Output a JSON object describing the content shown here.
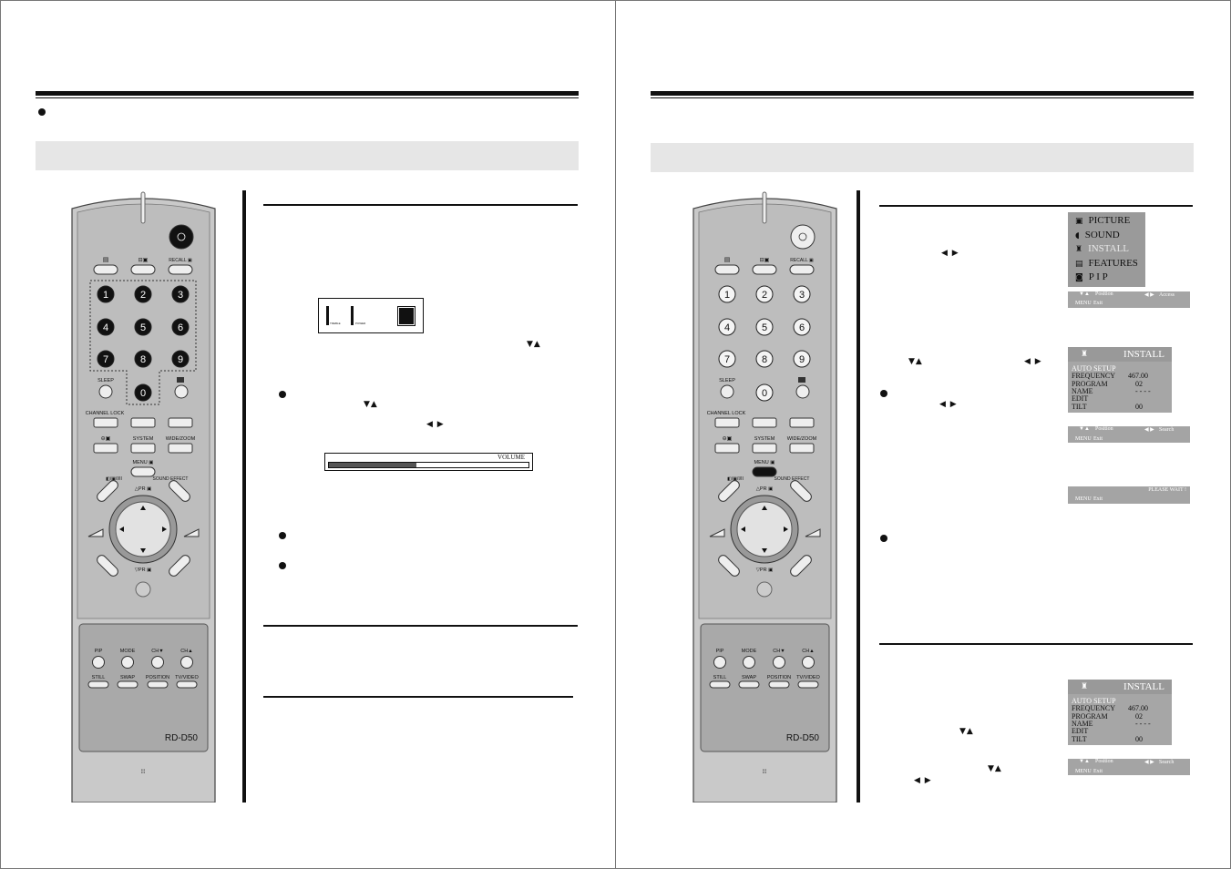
{
  "left_page": {
    "bullet_text": "",
    "arrows_updown_1": "▼▲",
    "arrows_updown_2": "▼▲",
    "arrows_leftright": "◀ ▶",
    "bar_labels": {
      "treble": "TREBLE",
      "power": "POWER"
    },
    "volume_label": "VOLUME",
    "volume_level": 0.44
  },
  "right_page": {
    "main_menu": {
      "items": [
        {
          "icon": "tv-icon",
          "label": "PICTURE"
        },
        {
          "icon": "speaker-icon",
          "label": "SOUND"
        },
        {
          "icon": "install-icon",
          "label": "INSTALL"
        },
        {
          "icon": "features-icon",
          "label": "FEATURES"
        },
        {
          "icon": "pip-icon",
          "label": "P I P"
        }
      ],
      "selected": "INSTALL",
      "hint": {
        "left_arrows": "▼▲",
        "left": "Position",
        "right_arrows": "◀ ▶",
        "right": "Access",
        "menu": "MENU",
        "exit": "Exit"
      }
    },
    "install_menu": {
      "title": "INSTALL",
      "rows": [
        {
          "label": "AUTO SETUP",
          "value": ""
        },
        {
          "label": "FREQUENCY",
          "value": "467.00"
        },
        {
          "label": "PROGRAM",
          "value": "02"
        },
        {
          "label": "NAME",
          "value": "- - - -"
        },
        {
          "label": "EDIT",
          "value": ""
        },
        {
          "label": "TILT",
          "value": "00"
        }
      ]
    },
    "search_hint": {
      "left_arrows": "▼▲",
      "left": "Position",
      "right_arrows": "◀ ▶",
      "right": "Search",
      "menu": "MENU",
      "exit": "Exit"
    },
    "wait_hint": {
      "message": "PLEASE WAIT !",
      "menu": "MENU",
      "exit": "Exit"
    },
    "arrows_leftright": "◀ ▶",
    "arrows_updown": "▼▲"
  },
  "remote": {
    "model": "RD-D50",
    "labels": {
      "recall": "RECALL",
      "sleep": "SLEEP",
      "channel_lock": "CHANNEL LOCK",
      "system": "SYSTEM",
      "wide_zoom": "WIDE/ZOOM",
      "menu": "MENU",
      "sound_effect": "SOUND EFFECT",
      "pr_up": "△PR",
      "pr_down": "▽PR",
      "pip": "PIP",
      "mode": "MODE",
      "ch_down": "CH▼",
      "ch_up": "CH▲",
      "still": "STILL",
      "swap": "SWAP",
      "position": "POSITION",
      "tv_video": "TV/VIDEO"
    },
    "digits": [
      "1",
      "2",
      "3",
      "4",
      "5",
      "6",
      "7",
      "8",
      "9",
      "0"
    ]
  }
}
